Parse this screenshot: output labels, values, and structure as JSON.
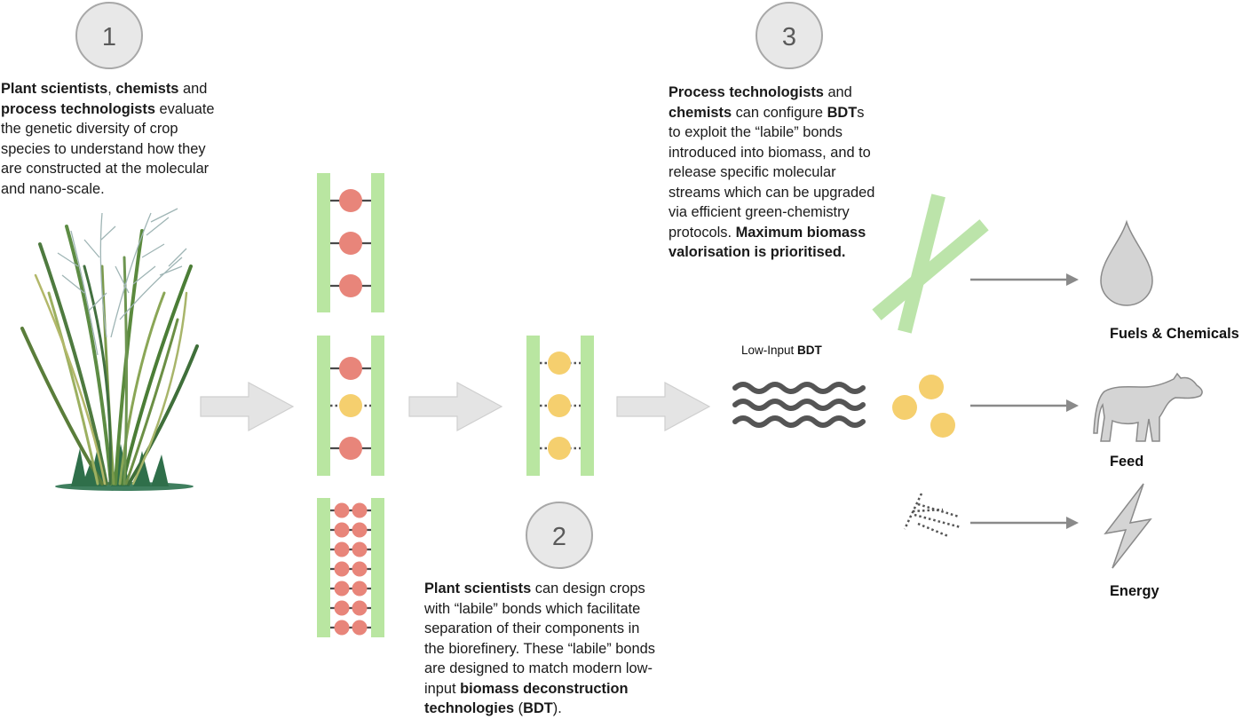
{
  "steps": [
    {
      "number": "1",
      "lines": [
        [
          {
            "b": "Plant scientists"
          },
          {
            "t": ", "
          },
          {
            "b": "chemists"
          },
          {
            "t": " and"
          }
        ],
        [
          {
            "b": "process technologists"
          },
          {
            "t": " evaluate"
          }
        ],
        [
          {
            "t": "the genetic diversity of crop"
          }
        ],
        [
          {
            "t": "species to understand how they"
          }
        ],
        [
          {
            "t": "are constructed at the molecular"
          }
        ],
        [
          {
            "t": "and nano-scale."
          }
        ]
      ]
    },
    {
      "number": "2",
      "lines": [
        [
          {
            "b": "Plant scientists"
          },
          {
            "t": " can design crops"
          }
        ],
        [
          {
            "t": "with “labile” bonds which facilitate"
          }
        ],
        [
          {
            "t": "separation of their components in"
          }
        ],
        [
          {
            "t": "the biorefinery. These “labile” bonds"
          }
        ],
        [
          {
            "t": "are designed to match modern low-"
          }
        ],
        [
          {
            "t": "input "
          },
          {
            "b": "biomass deconstruction"
          }
        ],
        [
          {
            "b": "technologies"
          },
          {
            "t": " ("
          },
          {
            "b": "BDT"
          },
          {
            "t": ")."
          }
        ]
      ]
    },
    {
      "number": "3",
      "lines": [
        [
          {
            "b": "Process technologists"
          },
          {
            "t": " and"
          }
        ],
        [
          {
            "b": "chemists"
          },
          {
            "t": " can configure "
          },
          {
            "b": "BDT"
          },
          {
            "t": "s"
          }
        ],
        [
          {
            "t": "to exploit the “labile” bonds"
          }
        ],
        [
          {
            "t": "introduced into biomass, and to"
          }
        ],
        [
          {
            "t": "release specific molecular"
          }
        ],
        [
          {
            "t": "streams which can be upgraded"
          }
        ],
        [
          {
            "t": "via efficient green-chemistry"
          }
        ],
        [
          {
            "t": "protocols. "
          },
          {
            "b": "Maximum biomass"
          }
        ],
        [
          {
            "b": "valorisation is prioritised."
          }
        ]
      ]
    }
  ],
  "bdt_label": {
    "prefix": "Low-Input ",
    "bold": "BDT"
  },
  "outputs": [
    {
      "label": "Fuels & Chemicals",
      "icon": "droplet-icon"
    },
    {
      "label": "Feed",
      "icon": "cow-icon"
    },
    {
      "label": "Energy",
      "icon": "lightning-icon"
    }
  ],
  "colors": {
    "wall": "#b9e6a1",
    "red_bead": "#e8857a",
    "yellow_bead": "#f5cf6e",
    "circle_fill": "#e8e8e8",
    "circle_stroke": "#a8a8a8",
    "big_arrow": "#e4e4e4",
    "small_arrow": "#8a8a8a",
    "wave": "#555555",
    "icon_fill": "#d4d4d4",
    "icon_stroke": "#8a8a8a"
  }
}
